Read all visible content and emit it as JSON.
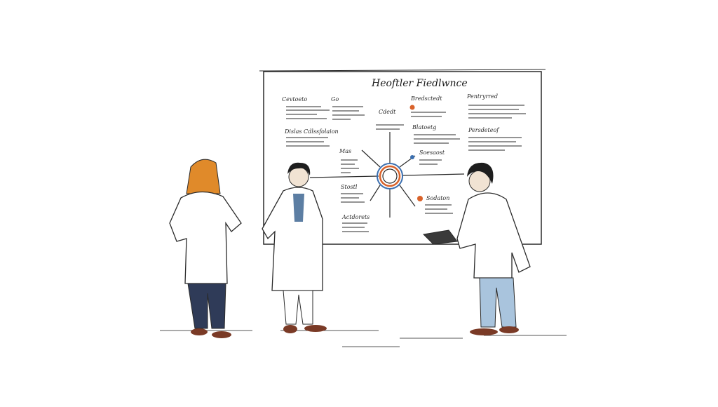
{
  "board": {
    "title": "Heoftler Fiedlwnce",
    "sections": [
      {
        "key": "s1",
        "label": "Cevtoeto"
      },
      {
        "key": "s2",
        "label": "Go"
      },
      {
        "key": "s3",
        "label": "Bredsctedt"
      },
      {
        "key": "s4",
        "label": "Pentryrred"
      },
      {
        "key": "s5",
        "label": "Cdedt"
      },
      {
        "key": "s6",
        "label": "Dislas Cdlssfolaion"
      },
      {
        "key": "s7",
        "label": "Blatoetg"
      },
      {
        "key": "s8",
        "label": "Persdeteof"
      },
      {
        "key": "s9",
        "label": "Mas"
      },
      {
        "key": "s10",
        "label": "Soesaost"
      },
      {
        "key": "s11",
        "label": "Stostl"
      },
      {
        "key": "s12",
        "label": "Sodaton"
      },
      {
        "key": "s13",
        "label": "Actdorets"
      }
    ]
  },
  "colors": {
    "ink": "#2a2a2a",
    "coat": "#ffffff",
    "hair_orange": "#e08a2a",
    "hair_dark": "#1e1e1e",
    "pants_navy": "#2f3b58",
    "pants_light": "#a9c4dd",
    "shirt_blue": "#5c7ea3",
    "shoes": "#7a3a26",
    "target_orange": "#d9622a",
    "target_blue": "#3b6fb0"
  }
}
